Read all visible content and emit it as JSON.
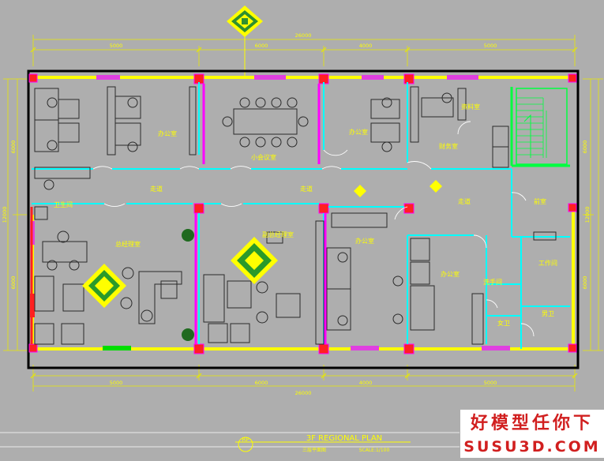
{
  "drawing": {
    "title": "3F REGIONAL PLAN",
    "subtitle": "三层平面图",
    "scale": "SCALE:1/100",
    "title_tag": "RP"
  },
  "dimensions": {
    "total": "26000",
    "top_segments": [
      "5000",
      "6000",
      "4000",
      "5000"
    ],
    "bottom_segments": [
      "5000",
      "6000",
      "4000",
      "5000"
    ],
    "left_total": "12000",
    "left_segments": [
      "6000",
      "6000"
    ],
    "right_total": "12000",
    "right_segments": [
      "6000",
      "6000"
    ]
  },
  "rooms": {
    "office_1": "办公室",
    "meeting_room": "小会议室",
    "office_2": "办公室",
    "storage": "资料室",
    "finance": "财务室",
    "corridor_left": "走道",
    "corridor_mid": "走道",
    "corridor_right": "走道",
    "reception": "前室",
    "restroom": "卫生间",
    "ceo_office": "总经理室",
    "vp_office": "副总经理室",
    "office_3": "办公室",
    "office_4": "办公室",
    "washroom": "洗手间",
    "utility": "工作间",
    "female_wc": "女卫",
    "male_wc": "男卫"
  },
  "watermark": {
    "line1": "好模型任你下",
    "line2": "SUSU3D.COM"
  },
  "colors": {
    "background": "#aeaeae",
    "wall": "#000000",
    "dimension": "#e8e800",
    "partition": "#00ffff",
    "glass": "#ffff00",
    "column": "#ff00ff",
    "door": "#ffffff",
    "text": "#ffff00",
    "furniture": "#2a2a2a",
    "magenta": "#e040e0",
    "green": "#00ff40",
    "red": "#ff2020"
  }
}
